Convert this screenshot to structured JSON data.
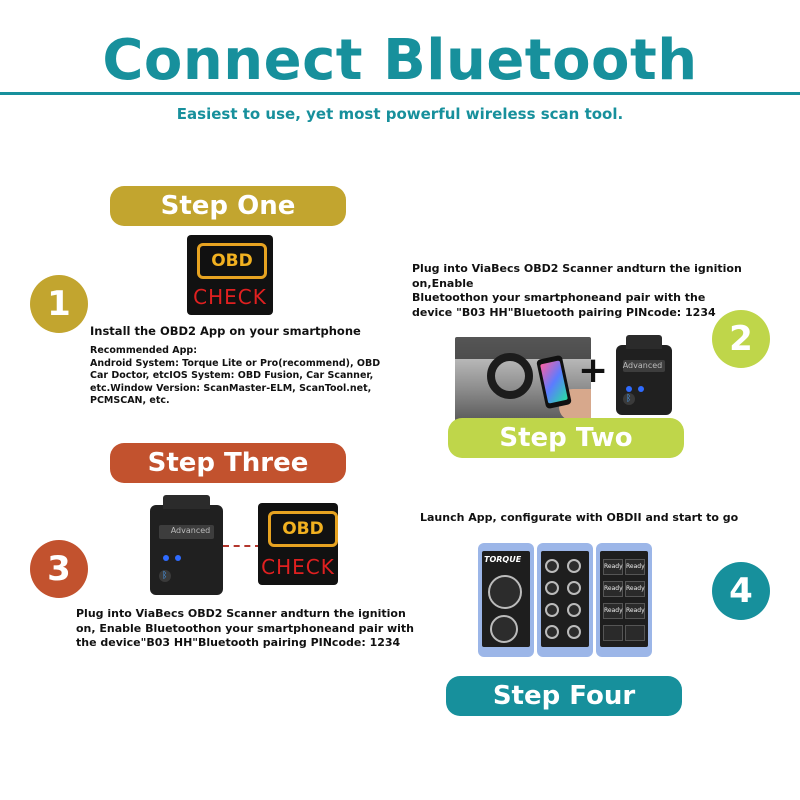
{
  "header": {
    "title": "Connect Bluetooth",
    "subtitle": "Easiest to use, yet most powerful wireless scan tool."
  },
  "colors": {
    "teal": "#17909c",
    "olive": "#c2a52f",
    "lime": "#bfd64a",
    "rust": "#c2522e"
  },
  "obd_tile": {
    "engine_label": "OBD",
    "check_label": "CHECK"
  },
  "device": {
    "screen_label": "Advanced"
  },
  "plus_sign": "+",
  "steps": {
    "one": {
      "label": "Step One",
      "number": "1",
      "heading": "Install the OBD2 App on your smartphone",
      "details": "Recommended App:\nAndroid System: Torque Lite or Pro(recommend), OBD Car Doctor, etcIOS System: OBD Fusion, Car Scanner, etc.Window Version: ScanMaster-ELM, ScanTool.net, PCMSCAN, etc."
    },
    "two": {
      "label": "Step Two",
      "number": "2",
      "text": "Plug into ViaBecs OBD2 Scanner andturn the ignition on,Enable\nBluetoothon your smartphoneand pair with the device \"B03 HH\"Bluetooth pairing PINcode: 1234"
    },
    "three": {
      "label": "Step Three",
      "number": "3",
      "text": "Plug into ViaBecs OBD2 Scanner andturn the ignition on, Enable Bluetoothon your smartphoneand pair with the device\"B03 HH\"Bluetooth pairing PINcode: 1234"
    },
    "four": {
      "label": "Step Four",
      "number": "4",
      "text": "Launch App, configurate with OBDII and start to go",
      "app_name": "TORQUE",
      "ready_label": "Ready"
    }
  }
}
